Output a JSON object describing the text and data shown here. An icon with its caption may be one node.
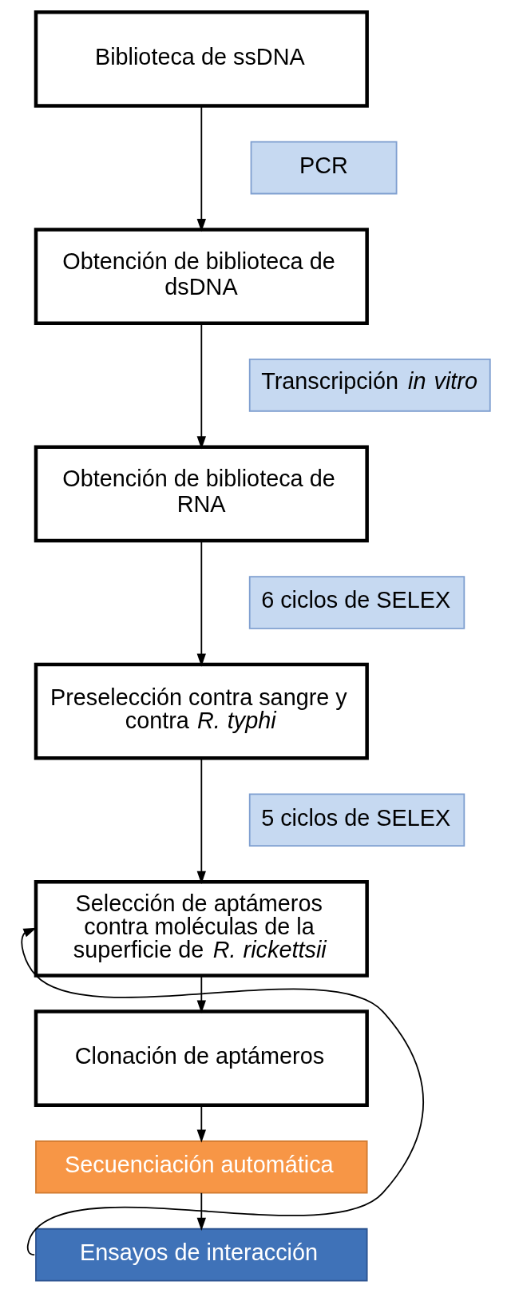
{
  "diagram": {
    "nodes": [
      {
        "text": [
          "Biblioteca de ssDNA"
        ]
      },
      {
        "text": [
          "PCR"
        ]
      },
      {
        "text": [
          "Obtención de biblioteca de dsDNA"
        ]
      },
      {
        "text": [
          "Transcripción *in vitro*"
        ]
      },
      {
        "text": [
          "Obtención de biblioteca de RNA"
        ]
      },
      {
        "text": [
          "6 ciclos de SELEX"
        ]
      },
      {
        "text": [
          "Preselección contra sangre y contra *R. typhi*"
        ]
      },
      {
        "text": [
          "5 ciclos de SELEX"
        ]
      },
      {
        "text": [
          "Selección de aptámeros contra moléculas de la superficie de *R. rickettsii*"
        ]
      },
      {
        "text": [
          "Clonación de aptámeros"
        ]
      },
      {
        "text": [
          "Secuenciación automática"
        ]
      },
      {
        "text": [
          "Ensayos de interacción"
        ]
      }
    ],
    "edges": [
      {
        "from": 0,
        "to": 2,
        "arrow": "to"
      },
      {
        "from": 2,
        "to": 4,
        "arrow": "to"
      },
      {
        "from": 4,
        "to": 6,
        "arrow": "to"
      },
      {
        "from": 6,
        "to": 8,
        "arrow": "to"
      },
      {
        "from": 8,
        "to": 9,
        "arrow": "to"
      },
      {
        "from": 9,
        "to": 10,
        "arrow": "to"
      },
      {
        "from": 10,
        "to": 11,
        "arrow": "to"
      },
      {
        "from": 11,
        "to": 8,
        "arrow": "to"
      }
    ]
  }
}
